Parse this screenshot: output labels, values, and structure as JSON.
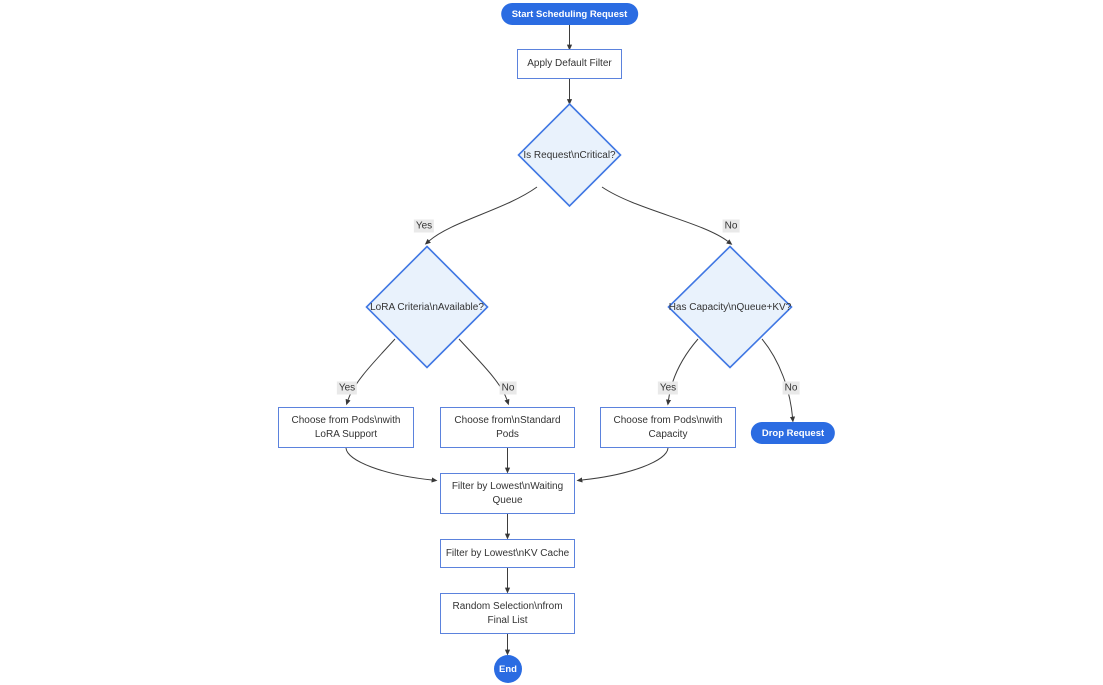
{
  "diagram": {
    "type": "flowchart",
    "direction": "top-down",
    "colors": {
      "accent_blue": "#2b6ce2",
      "node_border_blue": "#5b82dd",
      "decision_fill": "#e9f2fc",
      "decision_border": "#4077e3",
      "edge_line": "#3d3d3d",
      "edge_label_bg": "#e9e9e9",
      "text": "#333333",
      "background": "#ffffff"
    },
    "nodes": {
      "start": {
        "type": "stadium",
        "label": "Start Scheduling Request"
      },
      "apply_filter": {
        "type": "rect",
        "label": "Apply Default Filter"
      },
      "is_critical": {
        "type": "decision",
        "label": "Is Request\\nCritical?"
      },
      "lora_available": {
        "type": "decision",
        "label": "LoRA Criteria\\nAvailable?"
      },
      "has_capacity": {
        "type": "decision",
        "label": "Has Capacity\\nQueue+KV?"
      },
      "choose_lora": {
        "type": "rect",
        "label": "Choose from Pods\\nwith LoRA Support"
      },
      "choose_standard": {
        "type": "rect",
        "label": "Choose from\\nStandard Pods"
      },
      "choose_capacity": {
        "type": "rect",
        "label": "Choose from Pods\\nwith Capacity"
      },
      "drop_request": {
        "type": "stadium",
        "label": "Drop Request"
      },
      "filter_queue": {
        "type": "rect",
        "label": "Filter by Lowest\\nWaiting Queue"
      },
      "filter_kv": {
        "type": "rect",
        "label": "Filter by Lowest\\nKV Cache"
      },
      "random_selection": {
        "type": "rect",
        "label": "Random Selection\\nfrom Final List"
      },
      "end": {
        "type": "circle",
        "label": "End"
      }
    },
    "edges": [
      {
        "from": "start",
        "to": "apply_filter",
        "label": ""
      },
      {
        "from": "apply_filter",
        "to": "is_critical",
        "label": ""
      },
      {
        "from": "is_critical",
        "to": "lora_available",
        "label": "Yes"
      },
      {
        "from": "is_critical",
        "to": "has_capacity",
        "label": "No"
      },
      {
        "from": "lora_available",
        "to": "choose_lora",
        "label": "Yes"
      },
      {
        "from": "lora_available",
        "to": "choose_standard",
        "label": "No"
      },
      {
        "from": "has_capacity",
        "to": "choose_capacity",
        "label": "Yes"
      },
      {
        "from": "has_capacity",
        "to": "drop_request",
        "label": "No"
      },
      {
        "from": "choose_lora",
        "to": "filter_queue",
        "label": ""
      },
      {
        "from": "choose_standard",
        "to": "filter_queue",
        "label": ""
      },
      {
        "from": "choose_capacity",
        "to": "filter_queue",
        "label": ""
      },
      {
        "from": "filter_queue",
        "to": "filter_kv",
        "label": ""
      },
      {
        "from": "filter_kv",
        "to": "random_selection",
        "label": ""
      },
      {
        "from": "random_selection",
        "to": "end",
        "label": ""
      }
    ]
  }
}
